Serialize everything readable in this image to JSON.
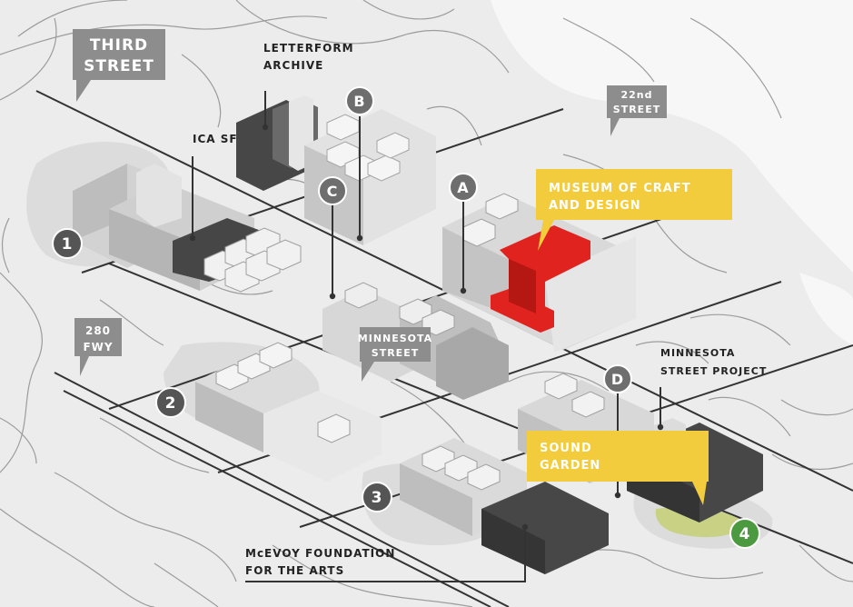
{
  "streets": {
    "third_street": [
      "THIRD",
      "STREET"
    ],
    "letterform_archive": [
      "LETTERFORM",
      "ARCHIVE"
    ],
    "ica_sf": "ICA SF",
    "street_22nd": [
      "22nd",
      "STREET"
    ],
    "fwy_280": [
      "280",
      "FWY"
    ],
    "minnesota_street": [
      "MINNESOTA",
      "STREET"
    ],
    "minnesota_street_project": [
      "MINNESOTA",
      "STREET PROJECT"
    ],
    "mcevoy": [
      "McEVOY FOUNDATION",
      "FOR THE ARTS"
    ]
  },
  "highlights": {
    "museum": [
      "MUSEUM OF CRAFT",
      "AND DESIGN"
    ],
    "sound_garden": [
      "SOUND",
      "GARDEN"
    ]
  },
  "markers": {
    "letters": [
      "B",
      "C",
      "A",
      "D"
    ],
    "numbers": [
      "1",
      "2",
      "3",
      "4"
    ]
  },
  "colors": {
    "background": "#ececec",
    "callout_yellow": "#f2cc3c",
    "museum_red": "#e0231f",
    "garden_green": "#4c9a3f",
    "dark_building": "#444444",
    "badge_gray": "#555555"
  }
}
